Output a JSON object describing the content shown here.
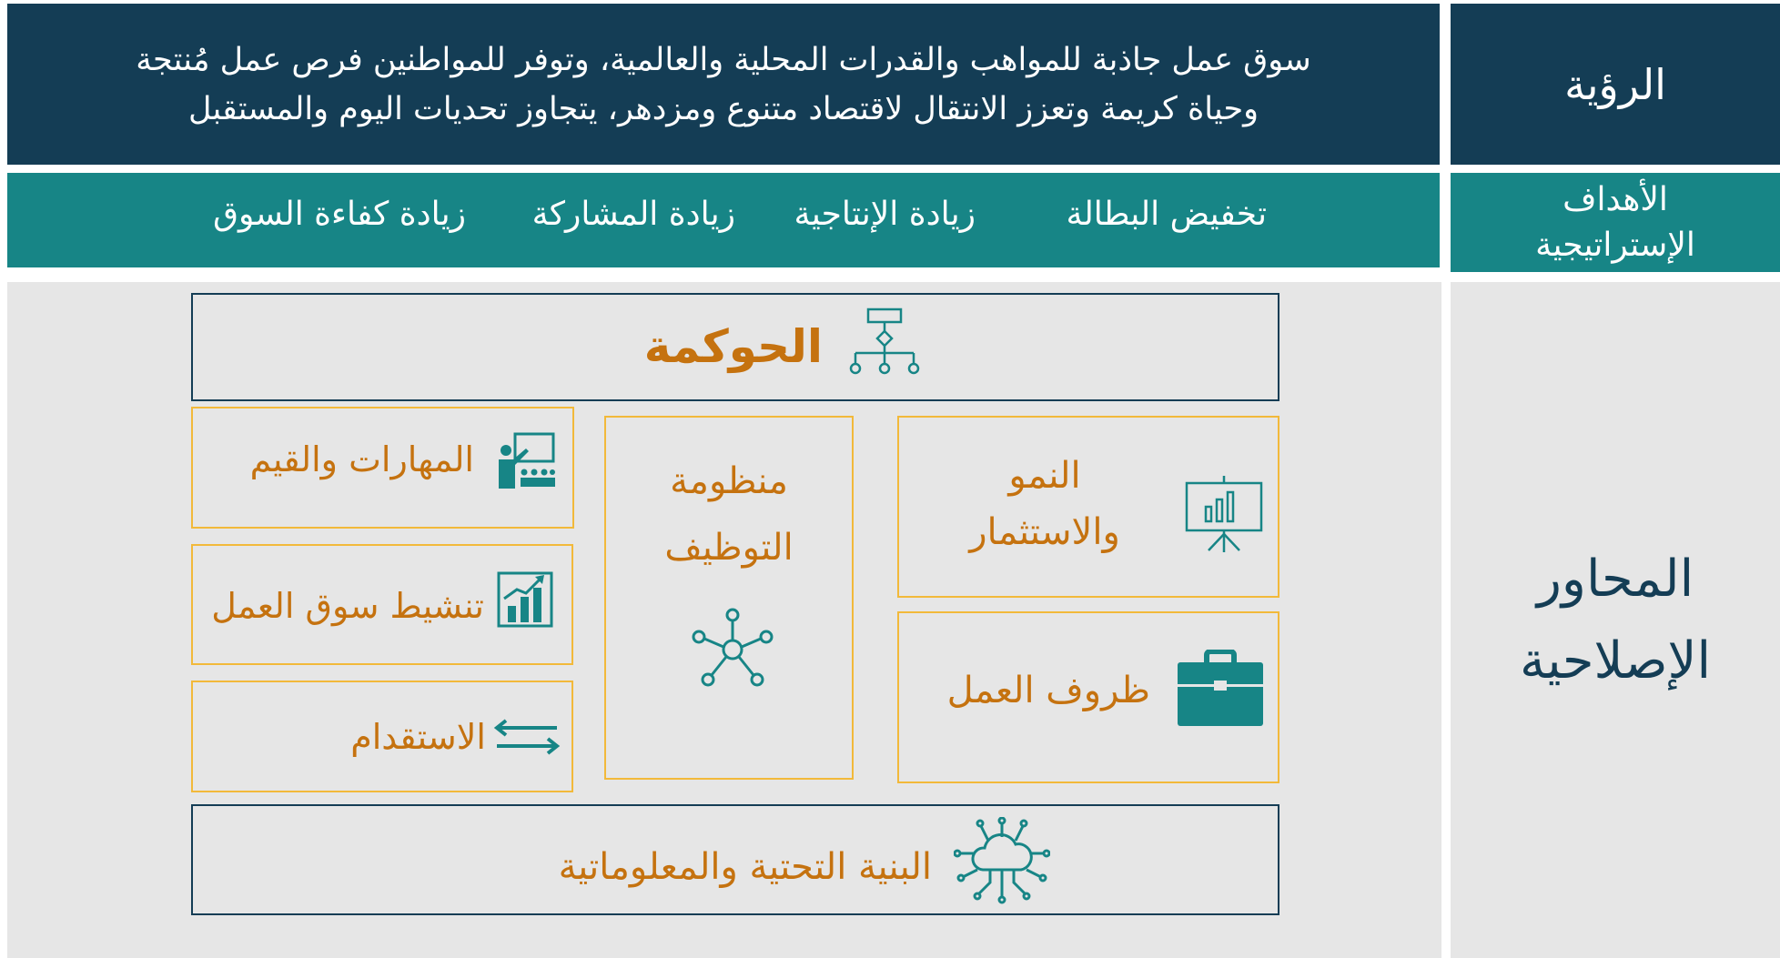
{
  "vision": {
    "label": "الرؤية",
    "line1": "سوق عمل جاذبة للمواهب والقدرات المحلية والعالمية، وتوفر للمواطنين فرص عمل مُنتجة",
    "line2": "وحياة كريمة وتعزز الانتقال لاقتصاد متنوع ومزدهر، يتجاوز تحديات اليوم والمستقبل"
  },
  "goals": {
    "label_line1": "الأهداف",
    "label_line2": "الإستراتيجية",
    "items": [
      "تخفيض البطالة",
      "زيادة الإنتاجية",
      "زيادة المشاركة",
      "زيادة كفاءة السوق"
    ]
  },
  "pillars": {
    "label_line1": "المحاور",
    "label_line2": "الإصلاحية",
    "governance": "الحوكمة",
    "growth_line1": "النمو",
    "growth_line2": "والاستثمار",
    "work_conditions": "ظروف العمل",
    "employment_line1": "منظومة",
    "employment_line2": "التوظيف",
    "skills": "المهارات والقيم",
    "activation": "تنشيط سوق العمل",
    "recruitment": "الاستقدام",
    "infrastructure": "البنية التحتية  والمعلوماتية"
  },
  "colors": {
    "navy": "#143d55",
    "teal": "#178586",
    "grey": "#e6e6e6",
    "gold_border": "#f2b93a",
    "orange_text": "#c5720f"
  },
  "icons": [
    "org-chart-icon",
    "presentation-chart-icon",
    "briefcase-icon",
    "network-hub-icon",
    "teacher-icon",
    "bar-chart-growth-icon",
    "exchange-arrows-icon",
    "cloud-network-icon"
  ]
}
